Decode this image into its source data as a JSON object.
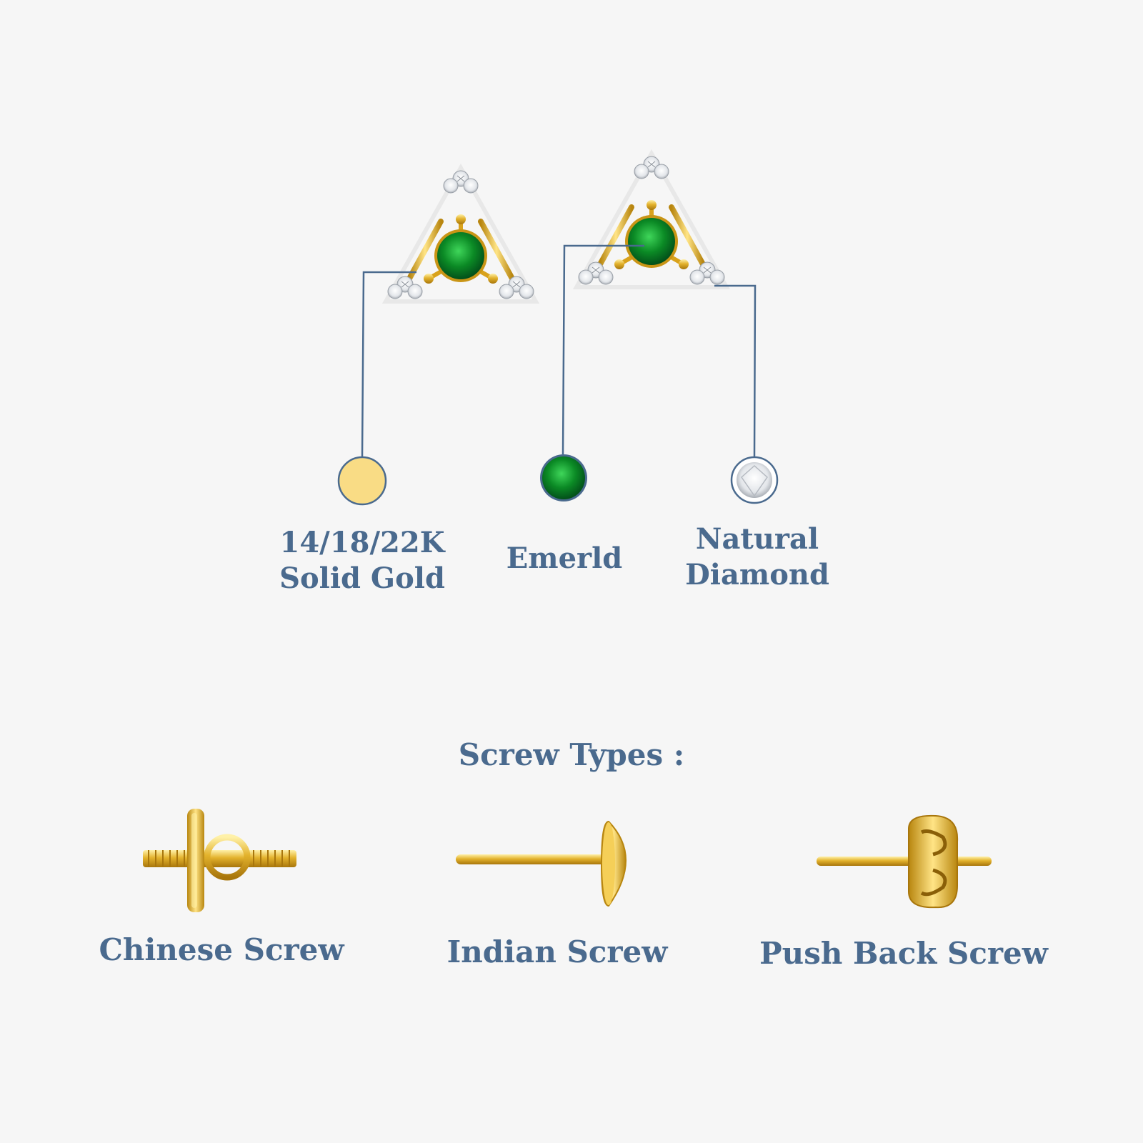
{
  "specs": [
    {
      "line1": "14/18/22K",
      "line2": "Solid Gold",
      "swatch": "gold"
    },
    {
      "line1": "Emerld",
      "line2": "",
      "swatch": "emerald"
    },
    {
      "line1": "Natural",
      "line2": "Diamond",
      "swatch": "diamond"
    }
  ],
  "screw_section": {
    "heading": "Screw Types :",
    "types": [
      {
        "label": "Chinese Screw",
        "icon": "chinese-screw-icon"
      },
      {
        "label": "Indian Screw",
        "icon": "indian-screw-icon"
      },
      {
        "label": "Push Back Screw",
        "icon": "push-back-screw-icon"
      }
    ]
  },
  "colors": {
    "text": "#4a6a8e",
    "leader_line": "#4a6a8e",
    "gold": "#f9dc85",
    "gold_metal": "#d9a21b",
    "emerald": "#0f8a25",
    "background": "#f6f6f6"
  }
}
